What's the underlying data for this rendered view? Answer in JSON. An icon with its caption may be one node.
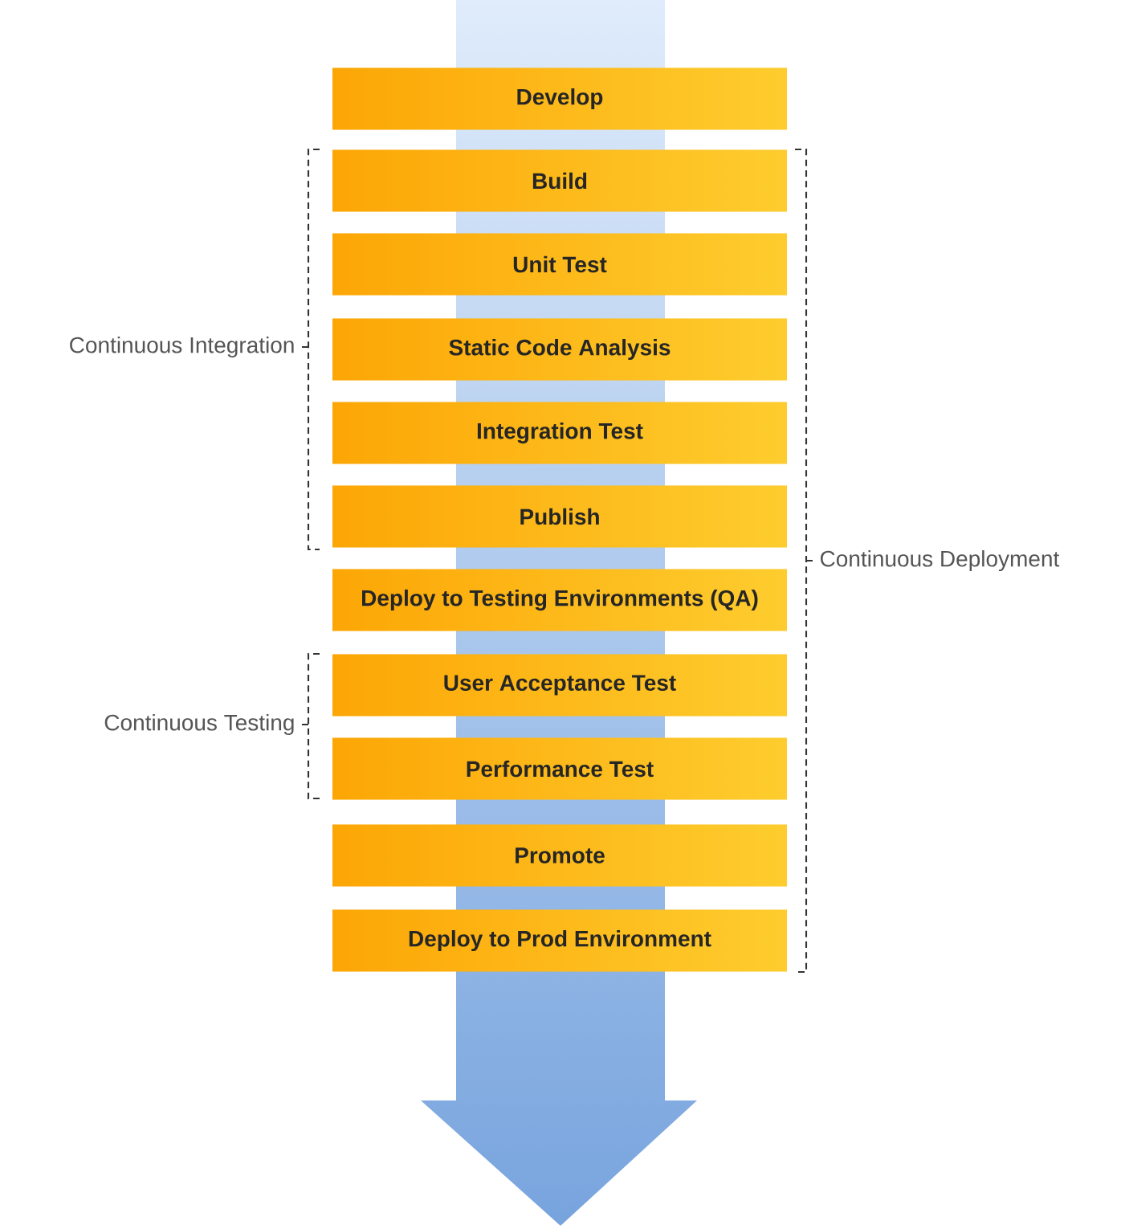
{
  "diagram": {
    "nodes": [
      {
        "text": [
          "Develop"
        ]
      },
      {
        "text": [
          "Build"
        ]
      },
      {
        "text": [
          "Unit Test"
        ]
      },
      {
        "text": [
          "Static Code Analysis"
        ]
      },
      {
        "text": [
          "Integration Test"
        ]
      },
      {
        "text": [
          "Publish"
        ]
      },
      {
        "text": [
          "Deploy to Testing Environments (QA)"
        ]
      },
      {
        "text": [
          "User Acceptance Test"
        ]
      },
      {
        "text": [
          "Performance Test"
        ]
      },
      {
        "text": [
          "Promote"
        ]
      },
      {
        "text": [
          "Deploy to Prod Environment"
        ]
      }
    ],
    "labels": [
      "Continuous Integration",
      "Continuous Deployment",
      "Continuous Testing"
    ]
  }
}
